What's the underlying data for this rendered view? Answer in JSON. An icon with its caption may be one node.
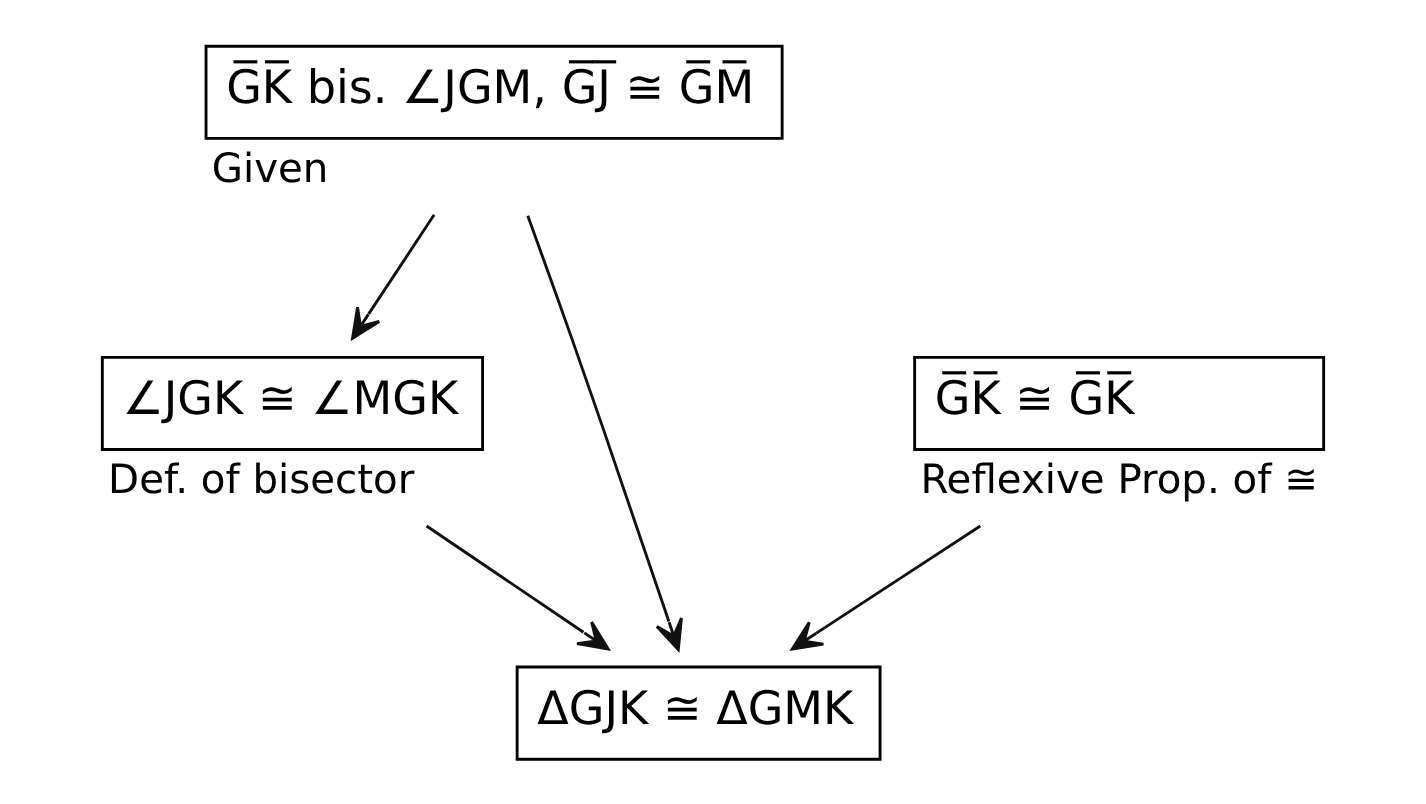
{
  "diagram": {
    "nodes": [
      {
        "text": [
          "G̅K̅ bis. ∠JGM, G̅J̅ ≅ G̅M̅"
        ],
        "beside": [
          "Given"
        ]
      },
      {
        "text": [
          "∠JGK ≅ ∠MGK"
        ],
        "beside": [
          "Def. of bisector"
        ]
      },
      {
        "text": [
          "G̅K̅ ≅ G̅K̅"
        ],
        "beside": [
          "Reflexive Prop. of ≅"
        ]
      },
      {
        "text": [
          "ΔGJK ≅ ΔGMK"
        ]
      }
    ],
    "edges": [
      {
        "from": 0,
        "to": 1,
        "arrow": "to"
      },
      {
        "from": 0,
        "to": 3,
        "arrow": "to"
      },
      {
        "from": 1,
        "to": 3,
        "arrow": "to"
      },
      {
        "from": 2,
        "to": 3,
        "arrow": "to"
      }
    ]
  }
}
